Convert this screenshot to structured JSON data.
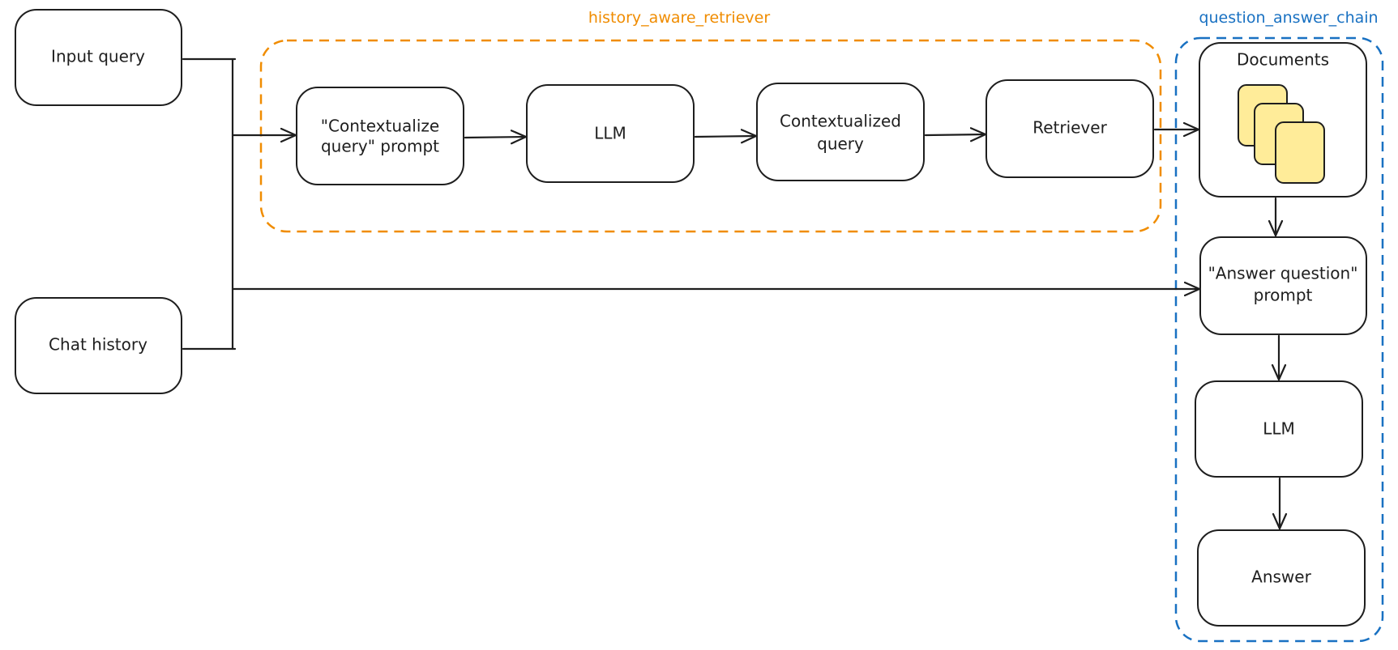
{
  "colors": {
    "history_group": "#f08c00",
    "qa_group": "#1971c2",
    "document_fill": "#ffec99",
    "ink": "#1e1e1e"
  },
  "groups": {
    "history_aware_retriever": {
      "label": "history_aware_retriever"
    },
    "question_answer_chain": {
      "label": "question_answer_chain"
    }
  },
  "inputs": {
    "input_query": {
      "label": "Input query"
    },
    "chat_history": {
      "label": "Chat history"
    }
  },
  "retriever_steps": {
    "contextualize_prompt": {
      "line1": "\"Contextualize",
      "line2": "query\" prompt"
    },
    "llm": {
      "label": "LLM"
    },
    "contextualized_query": {
      "line1": "Contextualized",
      "line2": "query"
    },
    "retriever": {
      "label": "Retriever"
    }
  },
  "qa_steps": {
    "documents": {
      "label": "Documents",
      "icon": "documents-icon"
    },
    "answer_prompt": {
      "line1": "\"Answer question\"",
      "line2": "prompt"
    },
    "llm": {
      "label": "LLM"
    },
    "answer": {
      "label": "Answer"
    }
  }
}
